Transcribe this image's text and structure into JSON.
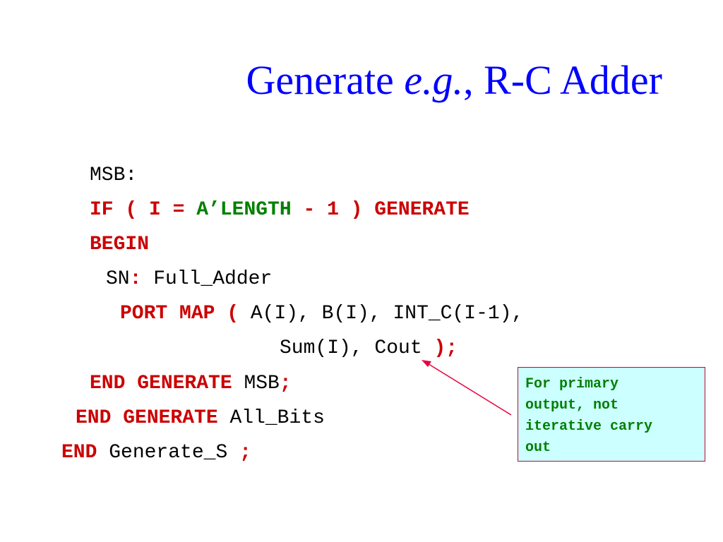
{
  "slide": {
    "title_part1": "Generate ",
    "title_em": "e.g.",
    "title_part2": ", R-C Adder"
  },
  "code": {
    "line1": {
      "label": "MSB:"
    },
    "line2": {
      "kw_if": "IF",
      "cond_open": " ( I = ",
      "alength": "A’LENGTH",
      "cond_rest": " - 1 ) ",
      "kw_generate": "GENERATE"
    },
    "line3": {
      "kw_begin": "BEGIN"
    },
    "line4": {
      "name": "SN",
      "colon": ":",
      "component": " Full_Adder"
    },
    "line5": {
      "kw_portmap": "PORT MAP (",
      "args": " A(I), B(I), INT_C(I-1),"
    },
    "line6": {
      "args": "Sum(I), Cout ",
      "close": ");"
    },
    "line7": {
      "kw_end_generate": "END GENERATE",
      "label": " MSB",
      "semi": ";"
    },
    "line8": {
      "kw_end_generate": "END GENERATE",
      "label": " All_Bits"
    },
    "line9": {
      "kw_end": "END",
      "label": " Generate_S ",
      "semi": ";"
    }
  },
  "annotation": {
    "text": "For primary\noutput, not\niterative carry\nout",
    "box_border_color": "#cc0033",
    "box_fill_color": "#ccffff",
    "text_color": "#008000",
    "arrow_color": "#e8003d"
  },
  "colors": {
    "title": "#0000ff",
    "keyword_red": "#cc0000",
    "keyword_green": "#008000",
    "code_text": "#000000"
  }
}
